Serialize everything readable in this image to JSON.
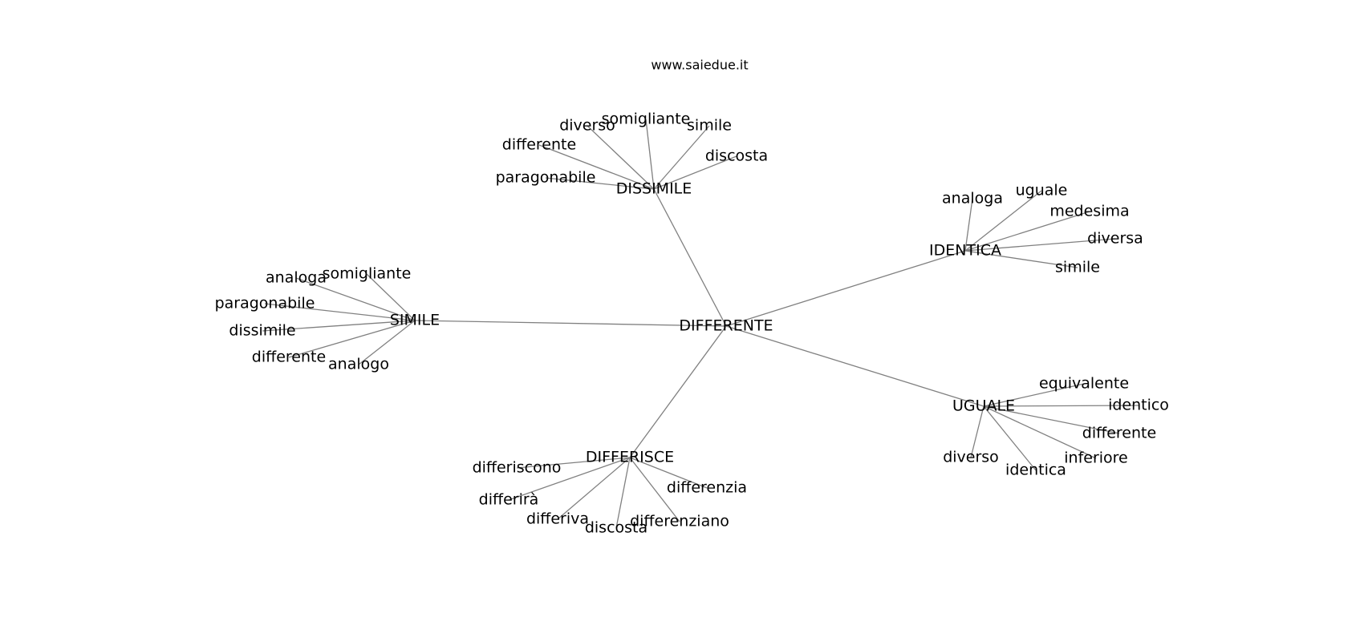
{
  "header": {
    "site": "www.saiedue.it"
  },
  "graph": {
    "root": "DIFFERENTE",
    "hubs": [
      {
        "id": "dissimile",
        "label": "DISSIMILE",
        "leaves": [
          "paragonabile",
          "differente",
          "diverso",
          "somigliante",
          "simile",
          "discosta"
        ]
      },
      {
        "id": "identica",
        "label": "IDENTICA",
        "leaves": [
          "analoga",
          "uguale",
          "medesima",
          "diversa",
          "simile"
        ]
      },
      {
        "id": "simile",
        "label": "SIMILE",
        "leaves": [
          "analoga",
          "somigliante",
          "paragonabile",
          "dissimile",
          "differente",
          "analogo"
        ]
      },
      {
        "id": "uguale",
        "label": "UGUALE",
        "leaves": [
          "equivalente",
          "identico",
          "differente",
          "inferiore",
          "identica",
          "diverso"
        ]
      },
      {
        "id": "differisce",
        "label": "DIFFERISCE",
        "leaves": [
          "differiscono",
          "differirà",
          "differiva",
          "discosta",
          "differenziano",
          "differenzia"
        ]
      }
    ]
  }
}
